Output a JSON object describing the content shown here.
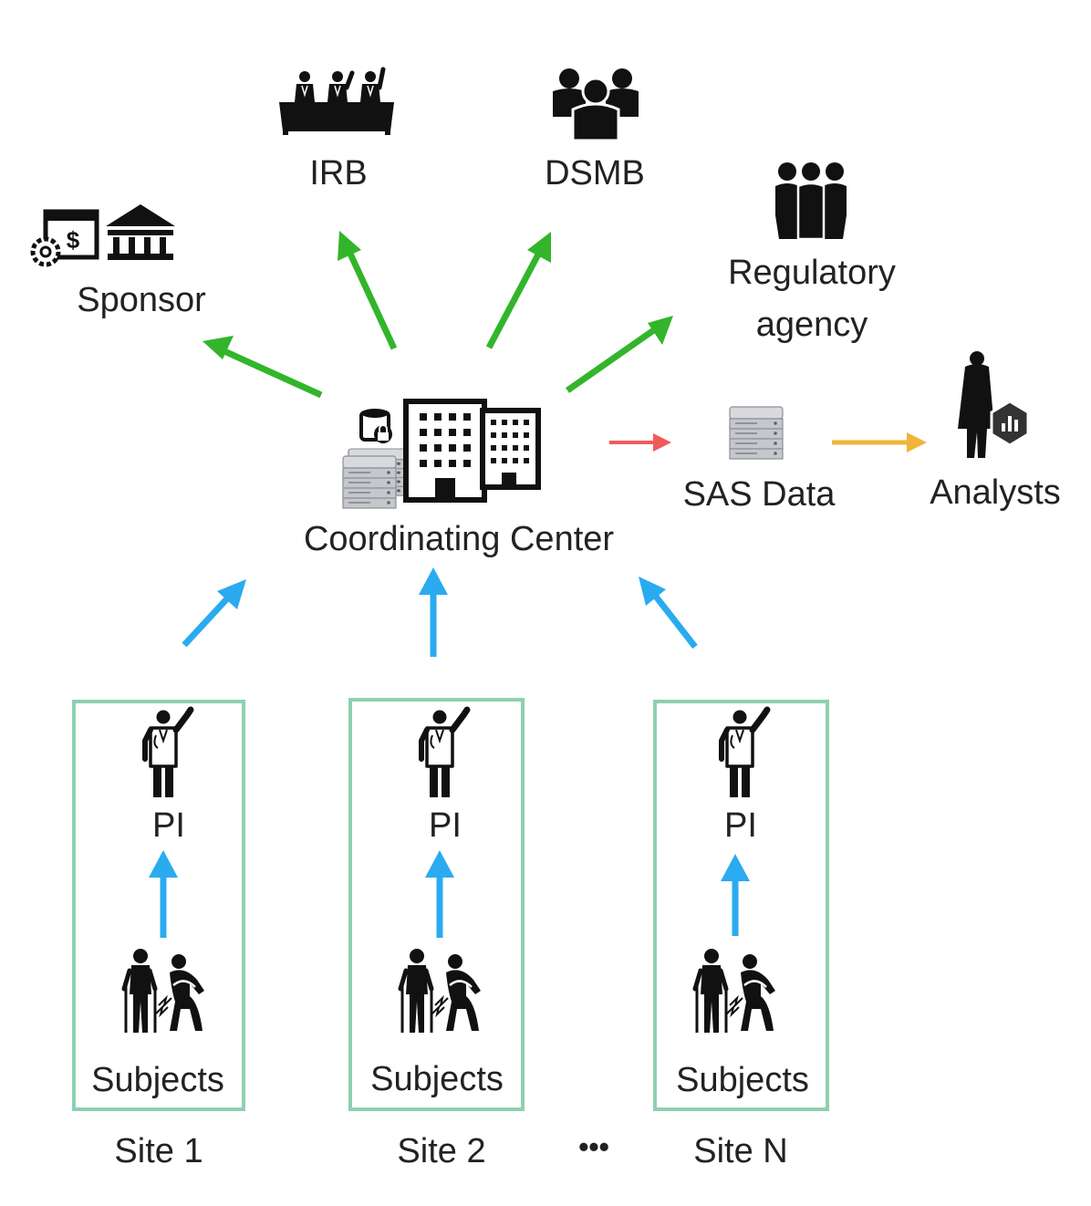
{
  "nodes": {
    "irb": {
      "label": "IRB",
      "icon": "board-meeting-icon"
    },
    "dsmb": {
      "label": "DSMB",
      "icon": "group-icon"
    },
    "sponsor": {
      "label": "Sponsor",
      "icons": [
        "billing-gear-icon",
        "bank-icon"
      ]
    },
    "regulatory": {
      "label_line1": "Regulatory",
      "label_line2": "agency",
      "icon": "people-group-icon"
    },
    "coordinating_center": {
      "label": "Coordinating Center",
      "icons": [
        "database-lock-icon",
        "server-icon",
        "office-buildings-icon"
      ]
    },
    "sas_data": {
      "label": "SAS Data",
      "icon": "server-icon"
    },
    "analysts": {
      "label": "Analysts",
      "icon": "analyst-chart-icon"
    }
  },
  "sites": [
    {
      "name": "Site 1",
      "pi_label": "PI",
      "subjects_label": "Subjects"
    },
    {
      "name": "Site 2",
      "pi_label": "PI",
      "subjects_label": "Subjects"
    },
    {
      "name": "Site N",
      "pi_label": "PI",
      "subjects_label": "Subjects"
    }
  ],
  "ellipsis": "•••",
  "colors": {
    "green_arrow": "#33b52b",
    "blue_arrow": "#2aabef",
    "red_arrow": "#f25a5a",
    "orange_arrow": "#f2b33a",
    "site_border": "#8ed0b0",
    "server_gray": "#b9bcc0"
  }
}
